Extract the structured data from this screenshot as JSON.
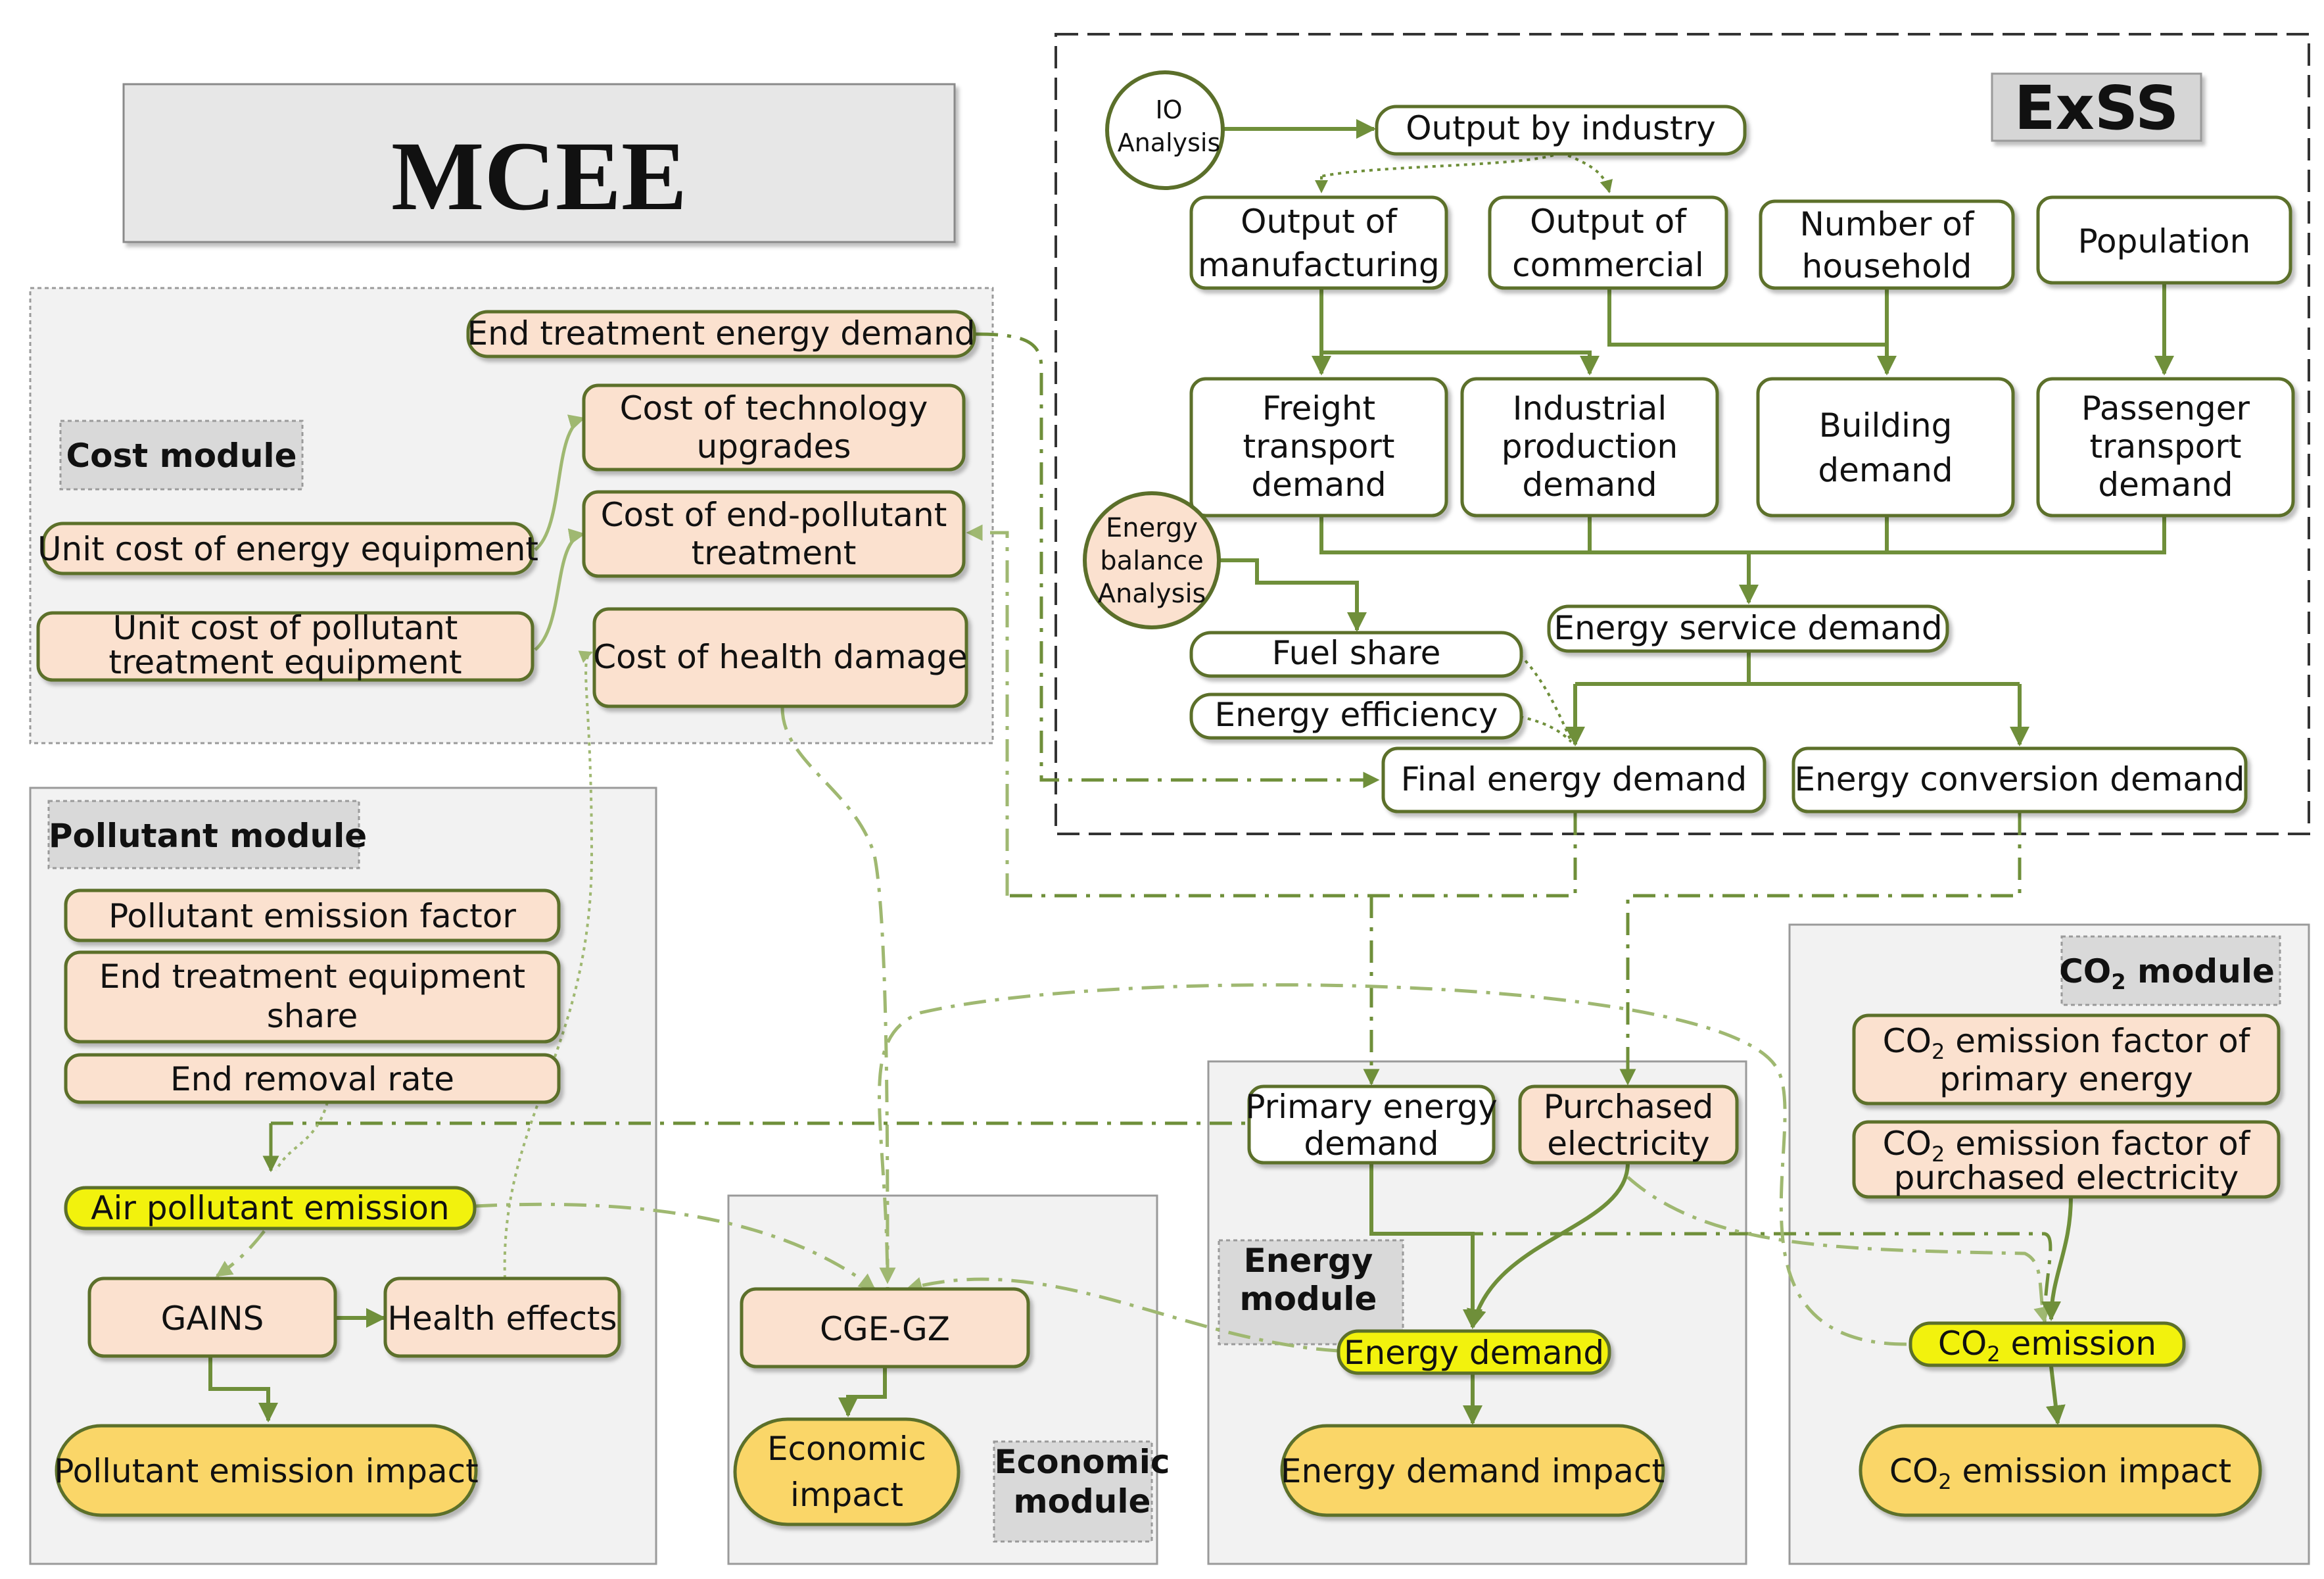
{
  "title": "MCEE",
  "exss_label": "ExSS",
  "colors": {
    "green_line": "#6f8f3a",
    "green_line_light": "#9fb871",
    "box_border": "#5b6f2a",
    "peach_fill": "#fbe1cf",
    "yellow_fill": "#f2f20a",
    "orange_fill": "#fad667",
    "panel_fill": "#f2f2f2",
    "label_fill": "#d9d9d9"
  },
  "modules": {
    "cost": "Cost module",
    "pollutant": "Pollutant module",
    "economic": [
      "Economic",
      "module"
    ],
    "energy": [
      "Energy",
      "module"
    ],
    "co2": {
      "pre": "CO",
      "sub": "2",
      "post": " module"
    }
  },
  "exss": {
    "io": [
      "IO",
      "Analysis"
    ],
    "output_by_industry": "Output by industry",
    "output_manufacturing": [
      "Output of",
      "manufacturing"
    ],
    "output_commercial": [
      "Output of",
      "commercial"
    ],
    "number_household": [
      "Number of",
      "household"
    ],
    "population": "Population",
    "freight": [
      "Freight",
      "transport",
      "demand"
    ],
    "industrial": [
      "Industrial",
      "production",
      "demand"
    ],
    "building": [
      "Building",
      "demand"
    ],
    "passenger": [
      "Passenger",
      "transport",
      "demand"
    ],
    "energy_balance": [
      "Energy",
      "balance",
      "Analysis"
    ],
    "energy_service": "Energy service demand",
    "fuel_share": "Fuel share",
    "energy_efficiency": "Energy efficiency",
    "final_energy": "Final energy demand",
    "energy_conversion": "Energy conversion demand"
  },
  "cost": {
    "end_treatment_energy": "End treatment energy demand",
    "tech_upgrades": [
      "Cost of technology",
      "upgrades"
    ],
    "unit_cost_energy": "Unit cost of energy equipment",
    "end_pollutant": [
      "Cost of end-pollutant",
      "treatment"
    ],
    "unit_cost_pollutant": [
      "Unit cost of pollutant",
      "treatment equipment"
    ],
    "health_damage": "Cost of health damage"
  },
  "pollutant": {
    "emission_factor": "Pollutant emission factor",
    "equipment_share": [
      "End treatment equipment",
      "share"
    ],
    "removal_rate": "End  removal rate",
    "air_emission": "Air pollutant emission",
    "gains": "GAINS",
    "health_effects": "Health effects",
    "impact": "Pollutant emission impact"
  },
  "economic": {
    "cge": "CGE-GZ",
    "impact": [
      "Economic",
      "impact"
    ]
  },
  "energy": {
    "primary": [
      "Primary energy",
      "demand"
    ],
    "purchased": [
      "Purchased",
      "electricity"
    ],
    "demand": "Energy demand",
    "impact": "Energy demand impact"
  },
  "co2": {
    "factor_primary": {
      "pre": "CO",
      "sub": "2",
      "post": " emission factor of",
      "line2": "primary energy"
    },
    "factor_purchased": {
      "pre": "CO",
      "sub": "2",
      "post": " emission factor of",
      "line2": "purchased electricity"
    },
    "emission": {
      "pre": "CO",
      "sub": "2",
      "post": " emission"
    },
    "impact": {
      "pre": "CO",
      "sub": "2",
      "post": " emission impact"
    }
  }
}
